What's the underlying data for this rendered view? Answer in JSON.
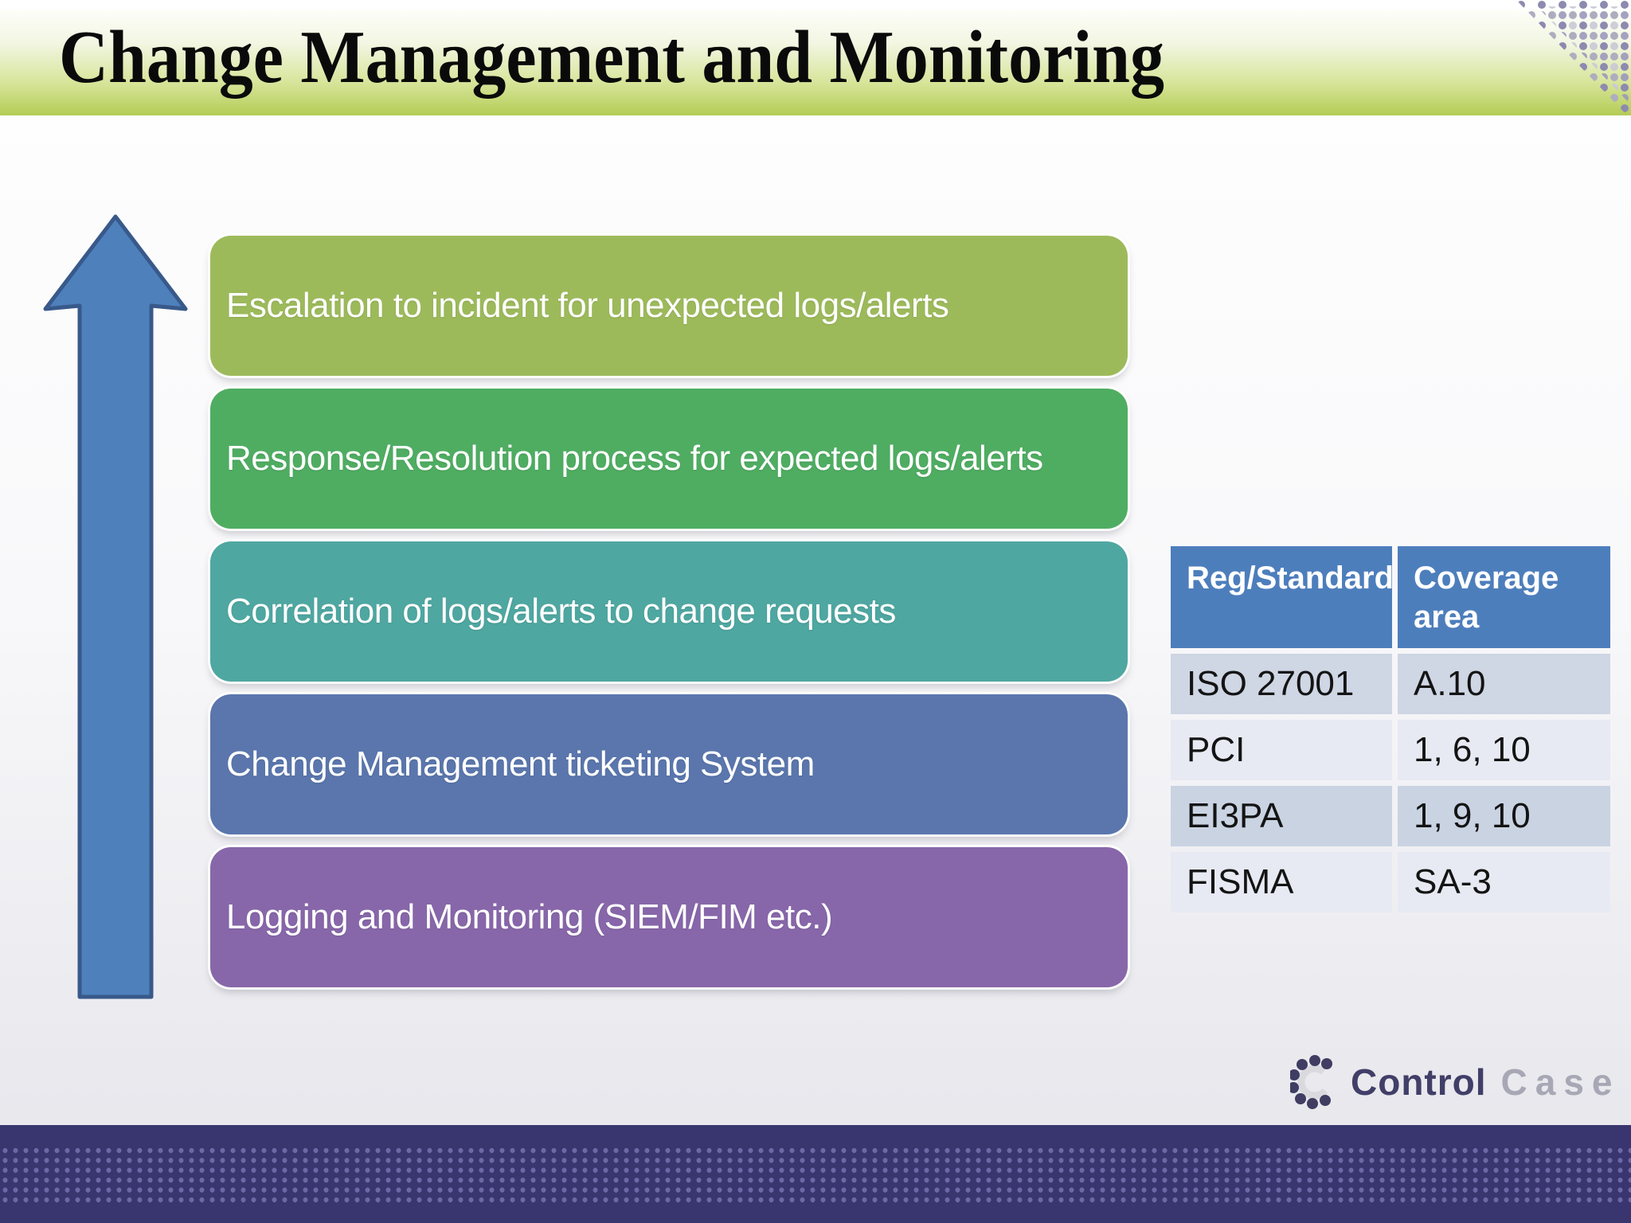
{
  "slide": {
    "title": "Change Management and Monitoring"
  },
  "process_bars": [
    {
      "label": "Escalation to incident for unexpected logs/alerts",
      "color": "#9dba5b"
    },
    {
      "label": "Response/Resolution process for expected logs/alerts",
      "color": "#4fad62"
    },
    {
      "label": "Correlation of logs/alerts to change requests",
      "color": "#4fa7a1"
    },
    {
      "label": "Change Management ticketing System",
      "color": "#5a76ad"
    },
    {
      "label": "Logging and Monitoring (SIEM/FIM etc.)",
      "color": "#8767a9"
    }
  ],
  "arrow": {
    "direction": "up",
    "fill": "#4e80bc",
    "border": "#38598a"
  },
  "coverage_table": {
    "headers": [
      "Reg/Standard",
      "Coverage area"
    ],
    "rows": [
      [
        "ISO 27001",
        "A.10"
      ],
      [
        "PCI",
        "1, 6, 10"
      ],
      [
        "EI3PA",
        "1, 9, 10"
      ],
      [
        "FISMA",
        "SA-3"
      ]
    ],
    "header_bg": "#4d7ebc"
  },
  "logo": {
    "control": "Control",
    "case": "Case"
  },
  "colors": {
    "footer": "#39356e",
    "footer_dots": "#6c68a5",
    "title_band_green": "#b4cd55"
  }
}
